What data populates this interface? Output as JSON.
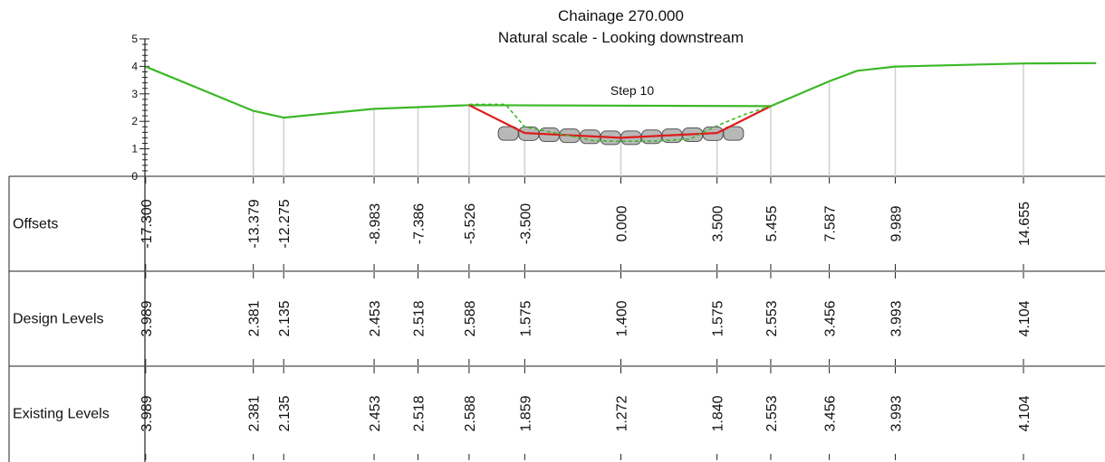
{
  "header": {
    "title": "Chainage 270.000",
    "subtitle": "Natural scale - Looking downstream",
    "step_label": "Step 10"
  },
  "chart_data": {
    "type": "line",
    "y_axis": {
      "ylim": [
        0,
        5
      ],
      "ticks": [
        "0",
        "1",
        "2",
        "3",
        "4",
        "5"
      ]
    },
    "x_domain": [
      -17.3,
      17.3
    ],
    "rows": [
      {
        "label": "Offsets",
        "key": "offsets"
      },
      {
        "label": "Design Levels",
        "key": "design"
      },
      {
        "label": "Existing Levels",
        "key": "existing"
      }
    ],
    "stations": [
      {
        "offset": "-17.300",
        "design": "3.989",
        "existing": "3.989"
      },
      {
        "offset": "-13.379",
        "design": "2.381",
        "existing": "2.381"
      },
      {
        "offset": "-12.275",
        "design": "2.135",
        "existing": "2.135"
      },
      {
        "offset": "-8.983",
        "design": "2.453",
        "existing": "2.453"
      },
      {
        "offset": "-7.386",
        "design": "2.518",
        "existing": "2.518"
      },
      {
        "offset": "-5.526",
        "design": "2.588",
        "existing": "2.588"
      },
      {
        "offset": "-3.500",
        "design": "1.575",
        "existing": "1.859"
      },
      {
        "offset": "0.000",
        "design": "1.400",
        "existing": "1.272"
      },
      {
        "offset": "3.500",
        "design": "1.575",
        "existing": "1.840"
      },
      {
        "offset": "5.455",
        "design": "2.553",
        "existing": "2.553"
      },
      {
        "offset": "7.587",
        "design": "3.456",
        "existing": "3.456"
      },
      {
        "offset": "9.989",
        "design": "3.993",
        "existing": "3.993"
      },
      {
        "offset": "14.655",
        "design": "4.104",
        "existing": "4.104"
      }
    ],
    "series": [
      {
        "key": "existing_ground",
        "color": "#3cb826",
        "points": [
          [
            -17.3,
            3.989
          ],
          [
            -13.379,
            2.381
          ],
          [
            -12.275,
            2.135
          ],
          [
            -8.983,
            2.453
          ],
          [
            -7.386,
            2.518
          ],
          [
            -5.526,
            2.588
          ],
          [
            5.455,
            2.553
          ],
          [
            7.587,
            3.456
          ],
          [
            8.6,
            3.84
          ],
          [
            9.989,
            3.993
          ],
          [
            14.655,
            4.104
          ],
          [
            17.3,
            4.12
          ]
        ]
      },
      {
        "key": "design",
        "color": "#dd1c1c",
        "points": [
          [
            -5.526,
            2.588
          ],
          [
            -3.5,
            1.575
          ],
          [
            0,
            1.4
          ],
          [
            3.5,
            1.575
          ],
          [
            5.455,
            2.553
          ]
        ]
      },
      {
        "key": "existing_dashed",
        "color": "#3cb826",
        "dashed": true,
        "points": [
          [
            -5.526,
            2.62
          ],
          [
            -4.2,
            2.62
          ],
          [
            -3.5,
            1.8
          ],
          [
            -2.0,
            1.5
          ],
          [
            -1.0,
            1.3
          ],
          [
            0,
            1.272
          ],
          [
            1.2,
            1.28
          ],
          [
            2.5,
            1.35
          ],
          [
            3.5,
            1.84
          ],
          [
            4.5,
            2.25
          ],
          [
            5.455,
            2.553
          ]
        ]
      }
    ],
    "rock_armour": {
      "from": -4.1,
      "to": 4.1,
      "count": 12,
      "color": "#b8b8b8"
    }
  }
}
